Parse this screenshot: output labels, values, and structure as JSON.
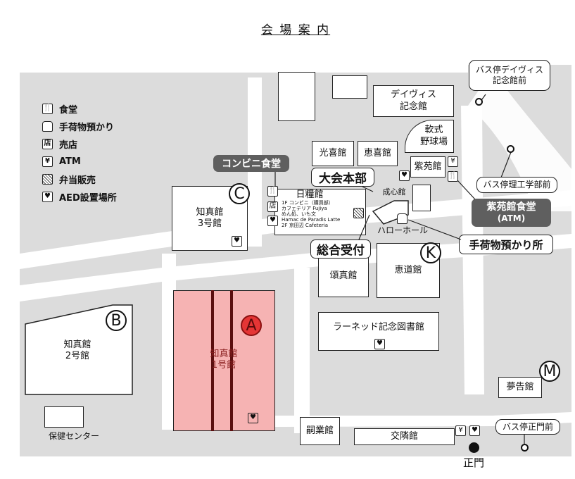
{
  "title": "会 場 案 内",
  "legend": [
    {
      "icon": "dining-icon",
      "symbol": "🍴",
      "label": "食堂"
    },
    {
      "icon": "baggage-icon",
      "symbol": "",
      "label": "手荷物預かり"
    },
    {
      "icon": "shop-icon",
      "symbol": "店",
      "label": "売店"
    },
    {
      "icon": "yen-icon",
      "symbol": "¥",
      "label": "ATM"
    },
    {
      "icon": "bento-icon",
      "symbol": "",
      "label": "弁当販売"
    },
    {
      "icon": "aed-icon",
      "symbol": "♥",
      "label": "AED設置場所"
    }
  ],
  "buildings": {
    "davis": "デイヴィス\n記念館",
    "softball": "軟式\n野球場",
    "kouki": "光喜館",
    "keiki": "恵喜館",
    "shien": "紫苑館",
    "chishin3": "知真館\n3号館",
    "nichiryo": "日糧館",
    "seishin": "成心館",
    "hello_hall": "ハローホール",
    "shoushin": "頌真館",
    "keido": "恵道館",
    "learned": "ラーネッド記念図書館",
    "chishin2": "知真館\n2号館",
    "chishin1": "知真館\n1号館",
    "health": "保健センター",
    "shigyo": "嗣業館",
    "korin": "交隣館",
    "mukoku": "夢告館",
    "main_gate": "正門"
  },
  "nichiryo_detail": [
    "1F コンビニ（購買部）",
    "カフェテリア Fujiya",
    "めん処、いも文",
    "Hamac de Paradis Latte",
    "2F 京田辺 Cafeteria"
  ],
  "callouts": {
    "conbini": "コンビニ食堂",
    "hq": "大会本部",
    "reception": "総合受付",
    "shien_cafeteria": "紫苑館食堂",
    "shien_atm": "(ATM)",
    "baggage": "手荷物預かり所"
  },
  "bus_stops": {
    "davis": "バス停デイヴィス\n記念館前",
    "science": "バス停理工学部前",
    "main_gate": "バス停正門前"
  },
  "markers": {
    "A": "A",
    "B": "B",
    "C": "C",
    "K": "K",
    "M": "M"
  },
  "colors": {
    "highlight": "#f6b3b3",
    "road": "#dcdcdc",
    "dark_badge": "#5f5f5f",
    "marker_red": "#e53535"
  }
}
